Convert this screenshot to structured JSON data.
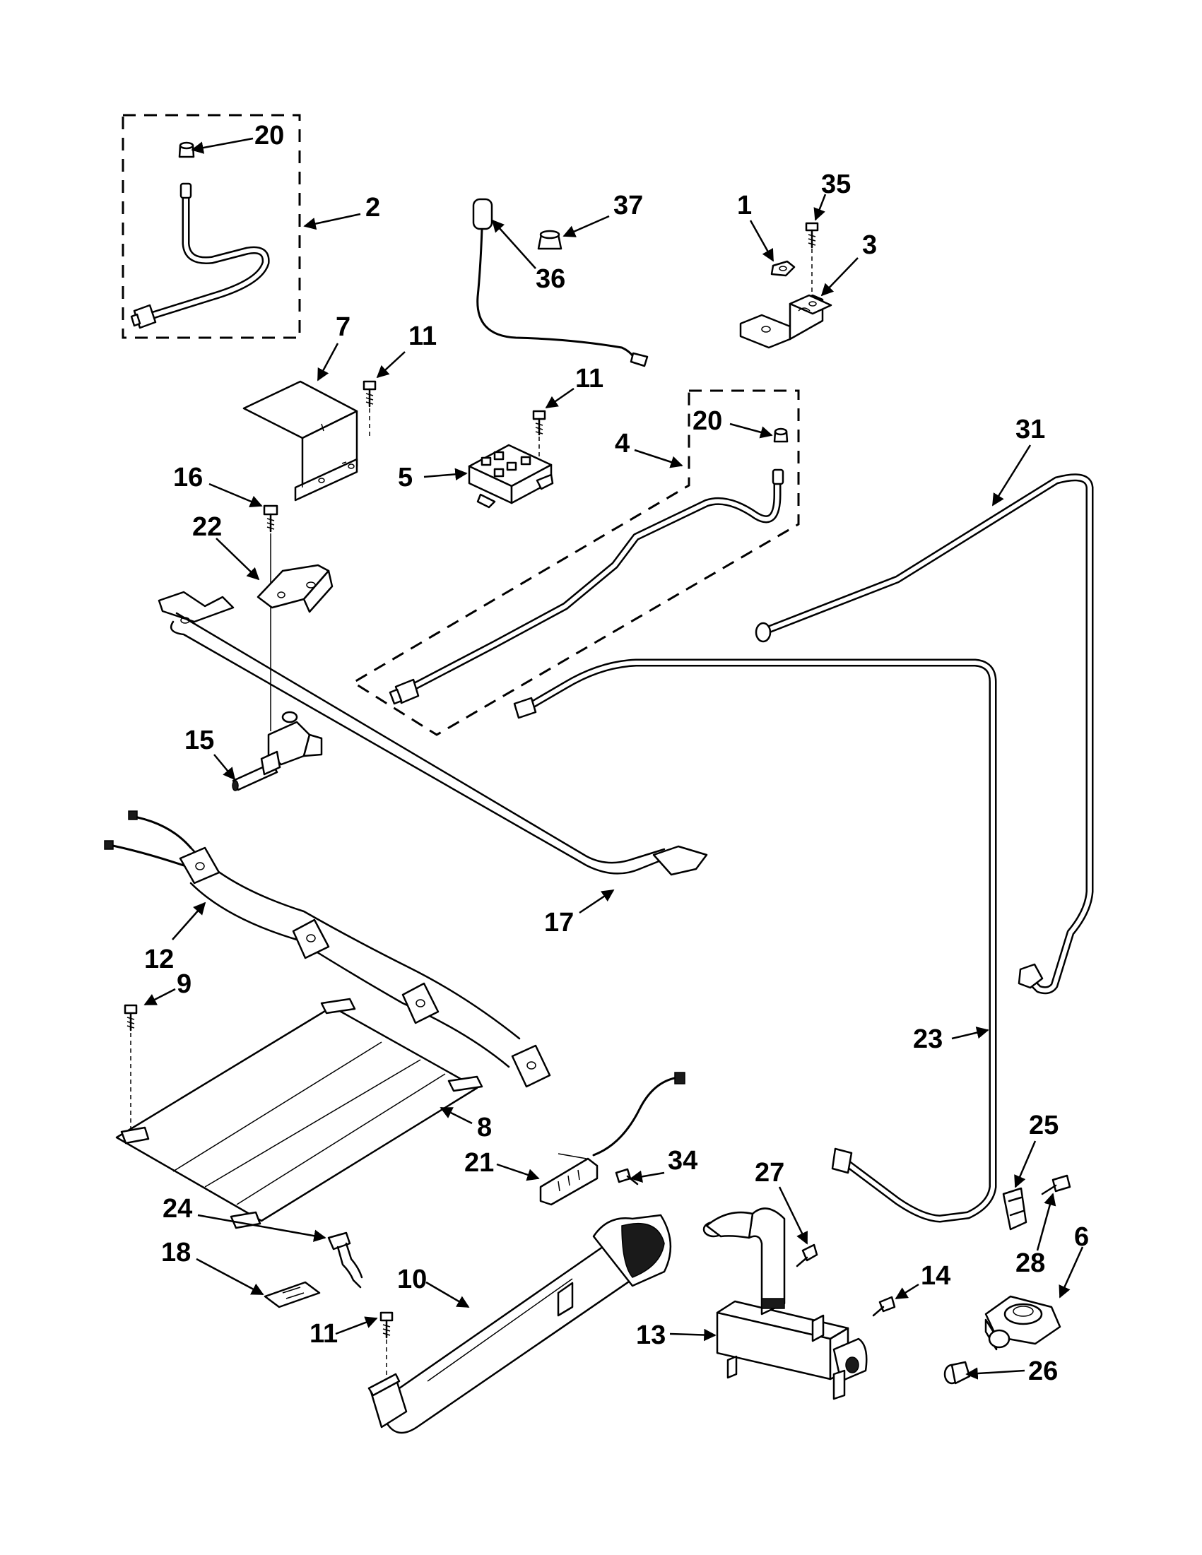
{
  "diagram": {
    "callouts": [
      {
        "id": "c20a",
        "text": "20"
      },
      {
        "id": "c2",
        "text": "2"
      },
      {
        "id": "c37",
        "text": "37"
      },
      {
        "id": "c36",
        "text": "36"
      },
      {
        "id": "c1",
        "text": "1"
      },
      {
        "id": "c35",
        "text": "35"
      },
      {
        "id": "c3",
        "text": "3"
      },
      {
        "id": "c7",
        "text": "7"
      },
      {
        "id": "c11a",
        "text": "11"
      },
      {
        "id": "c11b",
        "text": "11"
      },
      {
        "id": "c5",
        "text": "5"
      },
      {
        "id": "c4",
        "text": "4"
      },
      {
        "id": "c20b",
        "text": "20"
      },
      {
        "id": "c31",
        "text": "31"
      },
      {
        "id": "c16",
        "text": "16"
      },
      {
        "id": "c22",
        "text": "22"
      },
      {
        "id": "c15",
        "text": "15"
      },
      {
        "id": "c17",
        "text": "17"
      },
      {
        "id": "c12",
        "text": "12"
      },
      {
        "id": "c9",
        "text": "9"
      },
      {
        "id": "c23",
        "text": "23"
      },
      {
        "id": "c8",
        "text": "8"
      },
      {
        "id": "c25",
        "text": "25"
      },
      {
        "id": "c21",
        "text": "21"
      },
      {
        "id": "c34",
        "text": "34"
      },
      {
        "id": "c27",
        "text": "27"
      },
      {
        "id": "c24",
        "text": "24"
      },
      {
        "id": "c18",
        "text": "18"
      },
      {
        "id": "c10",
        "text": "10"
      },
      {
        "id": "c14",
        "text": "14"
      },
      {
        "id": "c28",
        "text": "28"
      },
      {
        "id": "c6",
        "text": "6"
      },
      {
        "id": "c11c",
        "text": "11"
      },
      {
        "id": "c13",
        "text": "13"
      },
      {
        "id": "c26",
        "text": "26"
      }
    ]
  }
}
